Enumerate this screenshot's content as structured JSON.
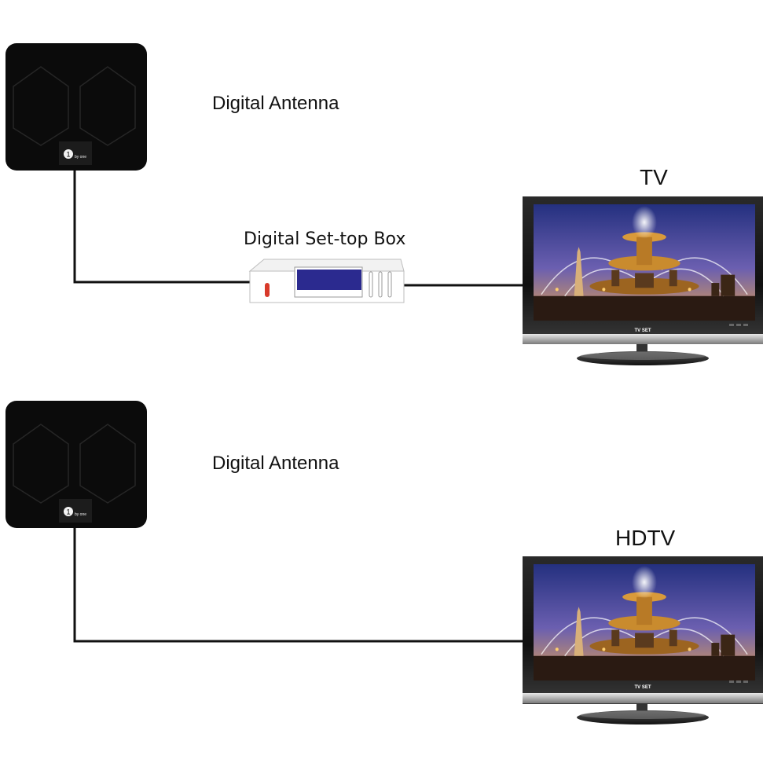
{
  "diagrams": [
    {
      "antenna": {
        "label": "Digital Antenna",
        "logo_number": "1",
        "logo_text": "by one"
      },
      "set_top_box": {
        "label": "Digital Set-top Box"
      },
      "tv": {
        "label": "TV",
        "bezel_text": "TV SET"
      }
    },
    {
      "antenna": {
        "label": "Digital Antenna",
        "logo_number": "1",
        "logo_text": "by one"
      },
      "tv": {
        "label": "HDTV",
        "bezel_text": "TV SET"
      }
    }
  ],
  "colors": {
    "antenna_body": "#0b0b0b",
    "cable": "#111111",
    "stb_display": "#2b2a8f",
    "tv_bezel": "#1a1a1a",
    "sky_top": "#2a3f95",
    "fountain_gold": "#c98b2e"
  }
}
